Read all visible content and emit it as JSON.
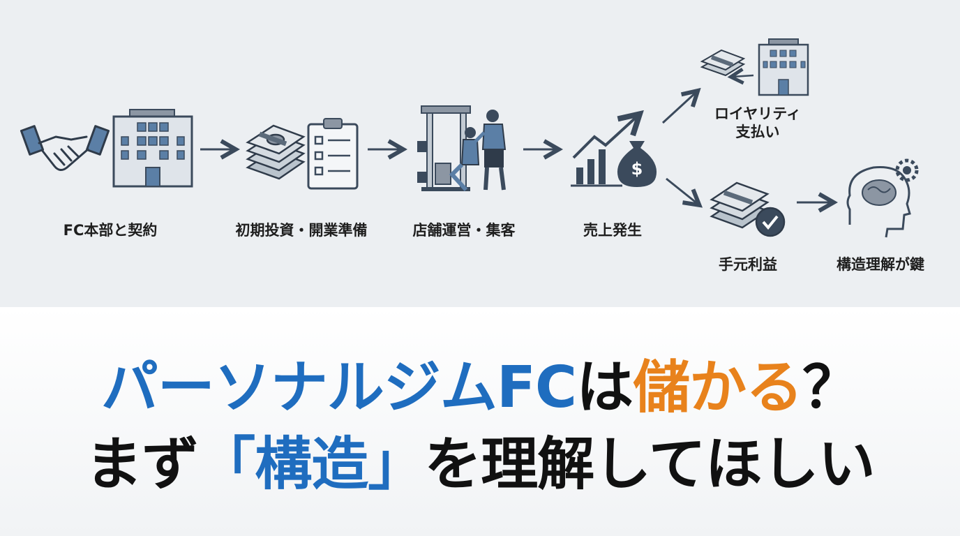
{
  "flow": {
    "steps": [
      {
        "label": "FC本部と契約"
      },
      {
        "label": "初期投資・開業準備"
      },
      {
        "label": "店舗運営・集客"
      },
      {
        "label": "売上発生"
      }
    ],
    "royalty": {
      "line1": "ロイヤリティ",
      "line2": "支払い"
    },
    "profit": {
      "label": "手元利益"
    },
    "key": {
      "label": "構造理解が鍵"
    },
    "icons": [
      "handshake-icon",
      "building-icon",
      "money-stack-icon",
      "checklist-icon",
      "gym-trainer-icon",
      "growth-chart-icon",
      "money-bag-icon",
      "profit-check-icon",
      "brain-gear-icon"
    ],
    "colors": {
      "icon_dark": "#3b4a5c",
      "icon_blue": "#5b7fa6",
      "icon_gray": "#8c96a3"
    }
  },
  "headline": {
    "line1": {
      "blue": "パーソナルジムFC",
      "dark": "は",
      "orange": "儲かる",
      "end": "？"
    },
    "line2": {
      "start": "まず",
      "bracket_open": "「",
      "blue": "構造",
      "bracket_close": "」",
      "end": "を理解してほしい"
    },
    "colors": {
      "blue": "#1f6dbf",
      "orange": "#e8821c",
      "dark": "#111111"
    }
  }
}
